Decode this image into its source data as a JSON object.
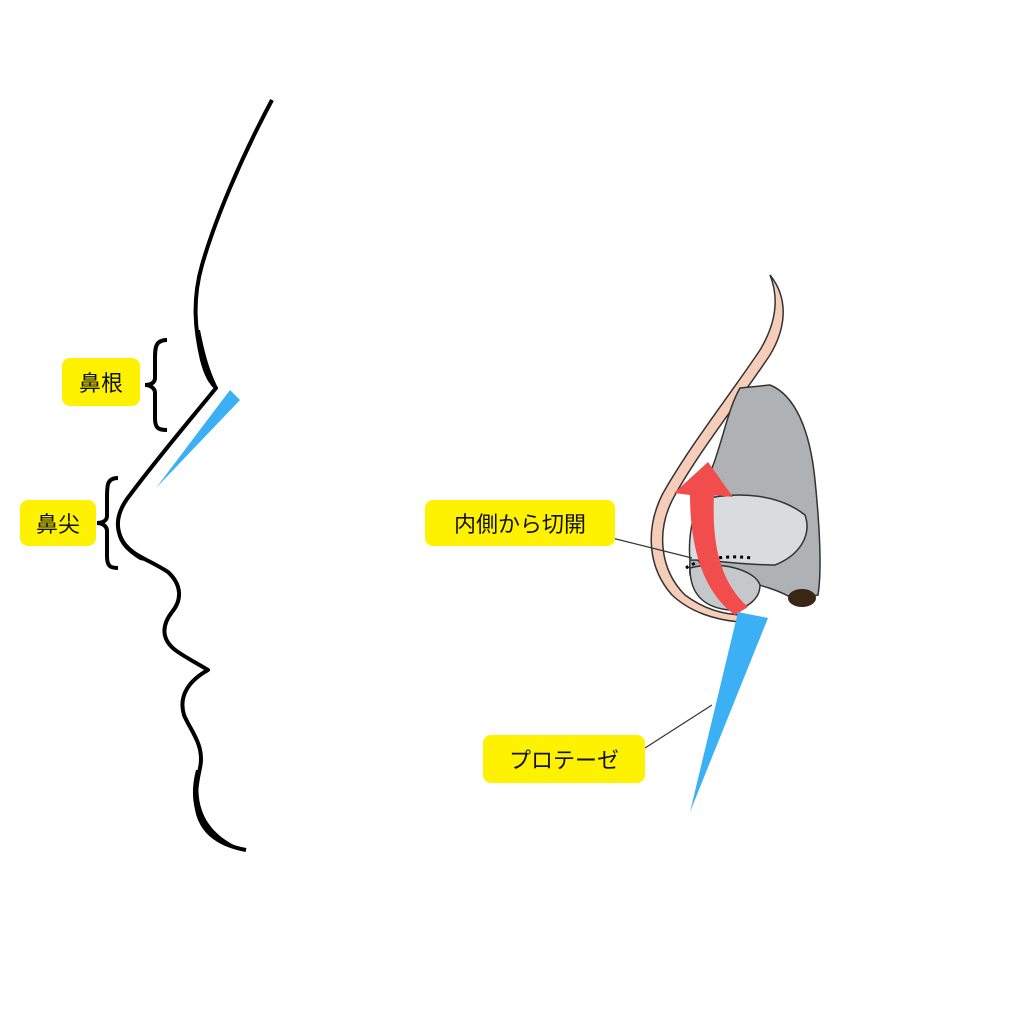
{
  "labels": {
    "nasal_root": "鼻根",
    "nasal_tip": "鼻尖",
    "incision": "内側から切開",
    "prosthesis": "プロテーゼ"
  },
  "colors": {
    "label_bg": "#fff200",
    "implant": "#3bb0f5",
    "arrow": "#f24d4d",
    "skin": "#f6cdb8",
    "cartilage": "#b8bcbf"
  }
}
